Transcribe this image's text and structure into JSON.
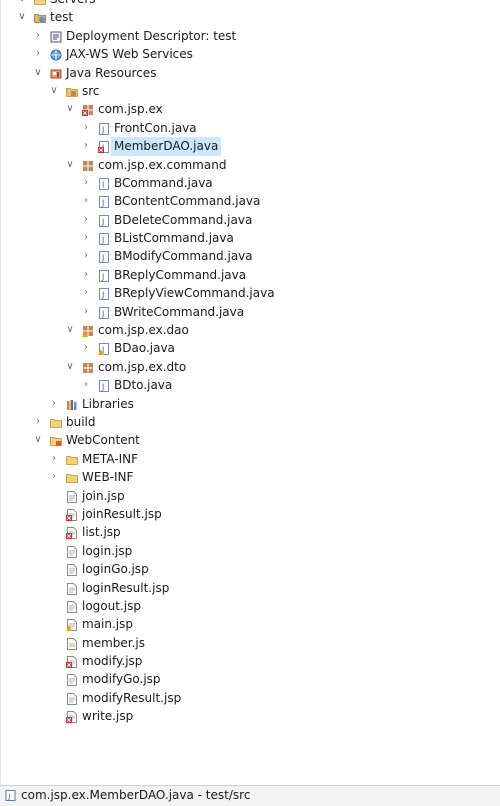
{
  "tree": [
    {
      "label": "Servers",
      "depth": 0,
      "tw": "expanded",
      "icon": "folder-icon"
    },
    {
      "label": "test",
      "depth": 0,
      "tw": "expanded",
      "icon": "web-project-icon"
    },
    {
      "label": "Deployment Descriptor: test",
      "depth": 1,
      "tw": "collapsed",
      "icon": "deployment-descriptor-icon"
    },
    {
      "label": "JAX-WS Web Services",
      "depth": 1,
      "tw": "collapsed",
      "icon": "web-services-icon"
    },
    {
      "label": "Java Resources",
      "depth": 1,
      "tw": "expanded",
      "icon": "java-resources-icon"
    },
    {
      "label": "src",
      "depth": 2,
      "tw": "expanded",
      "icon": "source-folder-icon"
    },
    {
      "label": "com.jsp.ex",
      "depth": 3,
      "tw": "expanded",
      "icon": "package-error-icon"
    },
    {
      "label": "FrontCon.java",
      "depth": 4,
      "tw": "collapsed",
      "icon": "java-file-icon"
    },
    {
      "label": "MemberDAO.java",
      "depth": 4,
      "tw": "collapsed",
      "icon": "java-file-error-icon",
      "selected": true
    },
    {
      "label": "com.jsp.ex.command",
      "depth": 3,
      "tw": "expanded",
      "icon": "package-icon"
    },
    {
      "label": "BCommand.java",
      "depth": 4,
      "tw": "collapsed",
      "icon": "java-interface-icon"
    },
    {
      "label": "BContentCommand.java",
      "depth": 4,
      "tw": "collapsed",
      "icon": "java-file-icon"
    },
    {
      "label": "BDeleteCommand.java",
      "depth": 4,
      "tw": "collapsed",
      "icon": "java-file-icon"
    },
    {
      "label": "BListCommand.java",
      "depth": 4,
      "tw": "collapsed",
      "icon": "java-file-icon"
    },
    {
      "label": "BModifyCommand.java",
      "depth": 4,
      "tw": "collapsed",
      "icon": "java-file-icon"
    },
    {
      "label": "BReplyCommand.java",
      "depth": 4,
      "tw": "collapsed",
      "icon": "java-file-icon"
    },
    {
      "label": "BReplyViewCommand.java",
      "depth": 4,
      "tw": "collapsed",
      "icon": "java-file-icon"
    },
    {
      "label": "BWriteCommand.java",
      "depth": 4,
      "tw": "collapsed",
      "icon": "java-file-icon"
    },
    {
      "label": "com.jsp.ex.dao",
      "depth": 3,
      "tw": "expanded",
      "icon": "package-warning-icon"
    },
    {
      "label": "BDao.java",
      "depth": 4,
      "tw": "collapsed",
      "icon": "java-file-warning-icon"
    },
    {
      "label": "com.jsp.ex.dto",
      "depth": 3,
      "tw": "expanded",
      "icon": "package-icon"
    },
    {
      "label": "BDto.java",
      "depth": 4,
      "tw": "collapsed",
      "icon": "java-file-icon"
    },
    {
      "label": "Libraries",
      "depth": 2,
      "tw": "collapsed",
      "icon": "libraries-icon"
    },
    {
      "label": "build",
      "depth": 1,
      "tw": "collapsed",
      "icon": "folder-icon"
    },
    {
      "label": "WebContent",
      "depth": 1,
      "tw": "expanded",
      "icon": "webcontent-folder-icon"
    },
    {
      "label": "META-INF",
      "depth": 2,
      "tw": "collapsed",
      "icon": "folder-icon"
    },
    {
      "label": "WEB-INF",
      "depth": 2,
      "tw": "collapsed",
      "icon": "folder-icon"
    },
    {
      "label": "join.jsp",
      "depth": 2,
      "tw": "none",
      "icon": "jsp-file-icon"
    },
    {
      "label": "joinResult.jsp",
      "depth": 2,
      "tw": "none",
      "icon": "jsp-file-error-icon"
    },
    {
      "label": "list.jsp",
      "depth": 2,
      "tw": "none",
      "icon": "jsp-file-error-icon"
    },
    {
      "label": "login.jsp",
      "depth": 2,
      "tw": "none",
      "icon": "jsp-file-icon"
    },
    {
      "label": "loginGo.jsp",
      "depth": 2,
      "tw": "none",
      "icon": "jsp-file-icon"
    },
    {
      "label": "loginResult.jsp",
      "depth": 2,
      "tw": "none",
      "icon": "jsp-file-icon"
    },
    {
      "label": "logout.jsp",
      "depth": 2,
      "tw": "none",
      "icon": "jsp-file-icon"
    },
    {
      "label": "main.jsp",
      "depth": 2,
      "tw": "none",
      "icon": "jsp-file-warning-icon"
    },
    {
      "label": "member.js",
      "depth": 2,
      "tw": "none",
      "icon": "js-file-icon"
    },
    {
      "label": "modify.jsp",
      "depth": 2,
      "tw": "none",
      "icon": "jsp-file-error-icon"
    },
    {
      "label": "modifyGo.jsp",
      "depth": 2,
      "tw": "none",
      "icon": "jsp-file-icon"
    },
    {
      "label": "modifyResult.jsp",
      "depth": 2,
      "tw": "none",
      "icon": "jsp-file-icon"
    },
    {
      "label": "write.jsp",
      "depth": 2,
      "tw": "none",
      "icon": "jsp-file-error-icon"
    }
  ],
  "status": {
    "text": "com.jsp.ex.MemberDAO.java - test/src",
    "icon": "java-file-icon"
  },
  "colors": {
    "selection": "#cce8ff",
    "error": "#d32f2f",
    "warning": "#e8a317",
    "package": "#a0522d",
    "java": "#3f6fb5"
  }
}
